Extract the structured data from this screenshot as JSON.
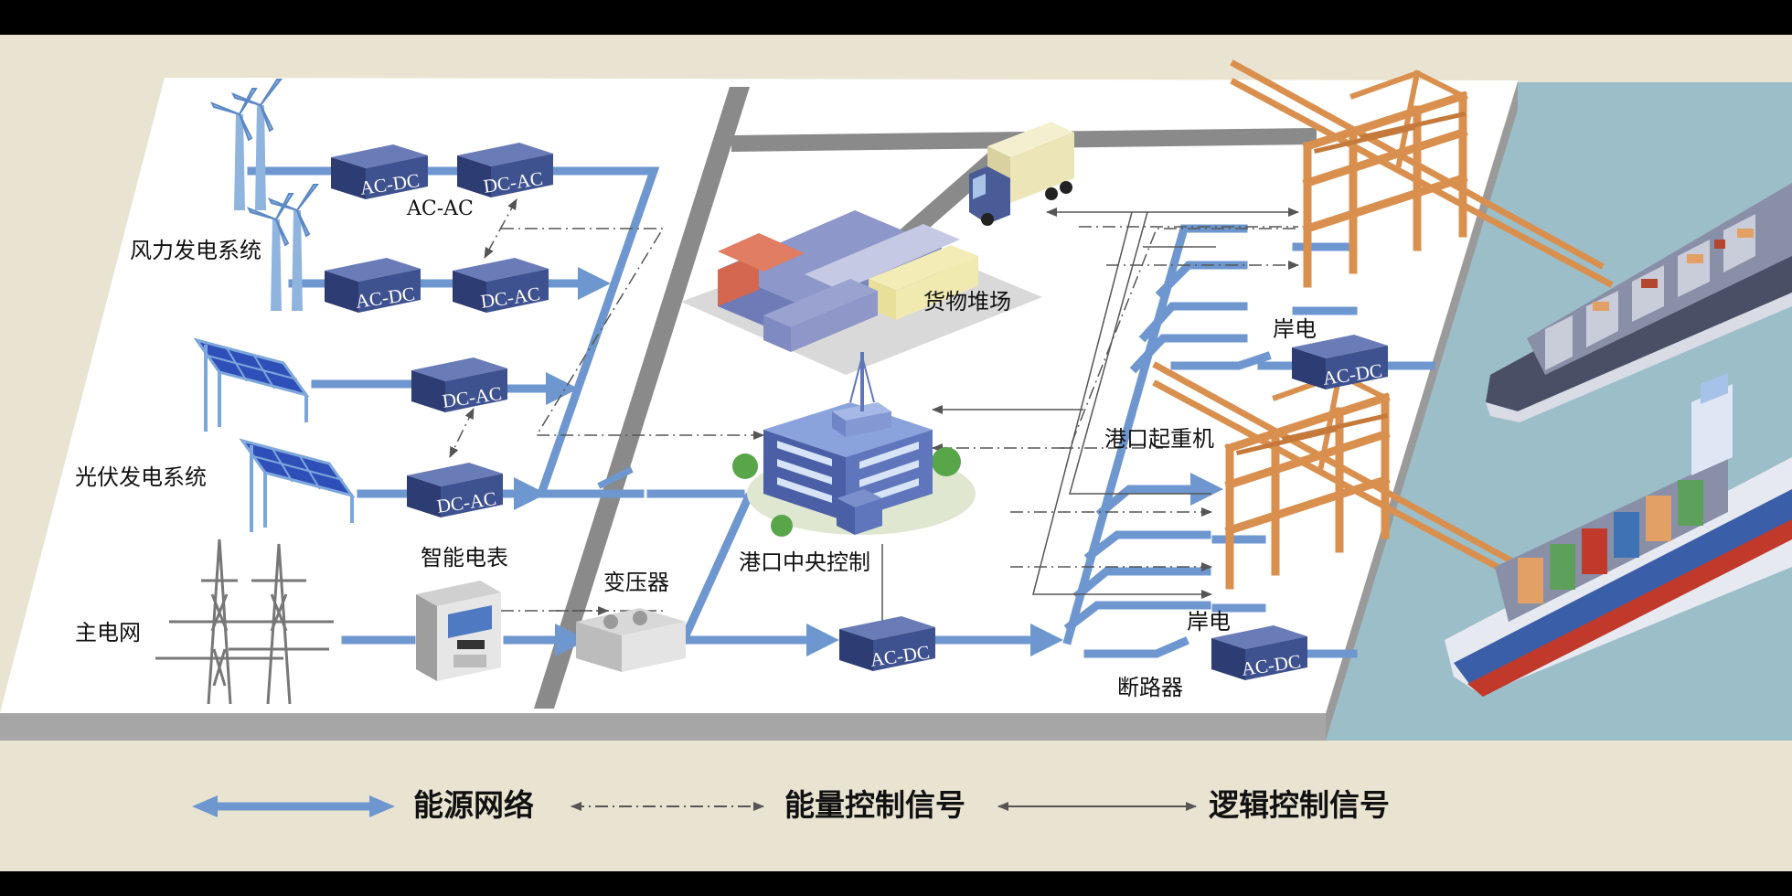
{
  "colors": {
    "energy_line": "#6e97cf",
    "box_front": "#3f5290",
    "box_top": "#6a7cb8",
    "platform": "#ffffff",
    "frame_bg": "#e9e4d2",
    "water": "#9cbec9",
    "signal_line": "#555555"
  },
  "sources": {
    "wind": "风力发电系统",
    "pv": "光伏发电系统",
    "grid": "主电网"
  },
  "converters": {
    "acdc_wind_1": "AC-DC",
    "dcac_wind_1": "DC-AC",
    "acac_label": "AC-AC",
    "acdc_wind_2": "AC-DC",
    "dcac_wind_2": "DC-AC",
    "dcac_pv_1": "DC-AC",
    "dcac_pv_2": "DC-AC",
    "acdc_center": "AC-DC",
    "acdc_shore_1": "AC-DC",
    "acdc_shore_2": "AC-DC"
  },
  "nodes": {
    "smart_meter": "智能电表",
    "transformer": "变压器",
    "control_center": "港口中央控制",
    "cargo_yard": "货物堆场",
    "crane": "港口起重机",
    "shore_power_1": "岸电",
    "shore_power_2": "岸电",
    "breaker": "断路器"
  },
  "legend": {
    "energy_network": "能源网络",
    "energy_control": "能量控制信号",
    "logic_control": "逻辑控制信号"
  },
  "icons": [
    "wind-turbine-icon",
    "solar-panel-icon",
    "power-tower-icon",
    "smart-meter-icon",
    "transformer-icon",
    "truck-icon",
    "container-yard-icon",
    "control-building-icon",
    "gantry-crane-icon",
    "container-ship-icon"
  ]
}
